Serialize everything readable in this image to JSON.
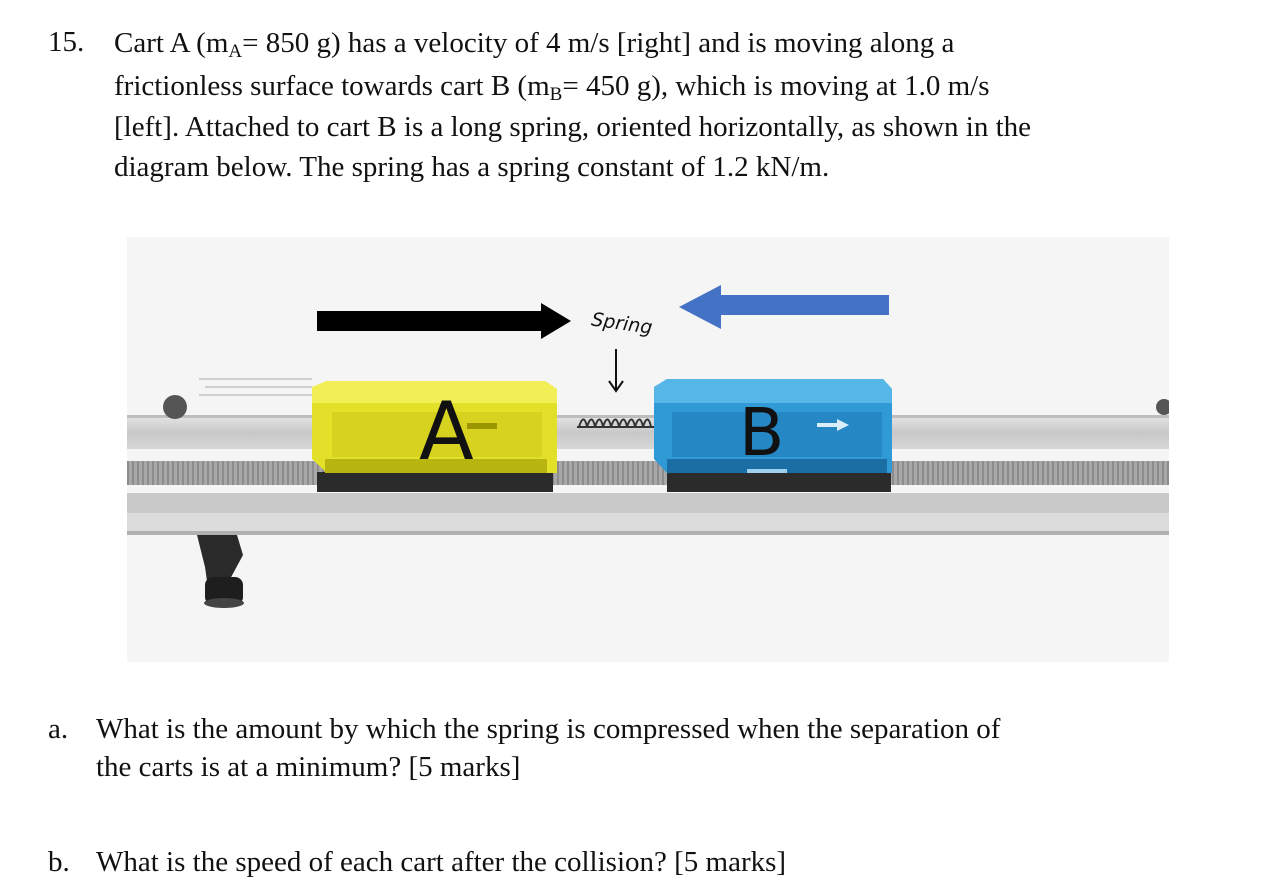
{
  "question": {
    "number": "15.",
    "line1": {
      "pre": "Cart A (m",
      "sub": "A",
      "post": "= 850 g) has a velocity of 4 m/s [right] and is moving along a"
    },
    "line2": {
      "pre": "frictionless surface towards cart B (m",
      "sub": "B",
      "post": "= 450 g), which is moving at 1.0 m/s"
    },
    "line3": "[left]. Attached to cart B is a long spring, oriented horizontally, as shown in the",
    "line4": "diagram below. The spring has a spring constant of 1.2 kN/m."
  },
  "diagram": {
    "spring_label": "Spring",
    "cart_a_label": "A",
    "cart_b_label": "B",
    "arrow_a_color": "#000000",
    "arrow_b_color": "#4472c4",
    "cart_a_color": "#e3e02a",
    "cart_b_color": "#2f9ad6"
  },
  "parts": [
    {
      "letter": "a.",
      "lines": [
        "What is the amount by which the spring is compressed when the separation of",
        "the carts is at a minimum? [5 marks]"
      ]
    },
    {
      "letter": "b.",
      "lines": [
        "What is the speed of each cart after the collision? [5 marks]"
      ]
    }
  ]
}
